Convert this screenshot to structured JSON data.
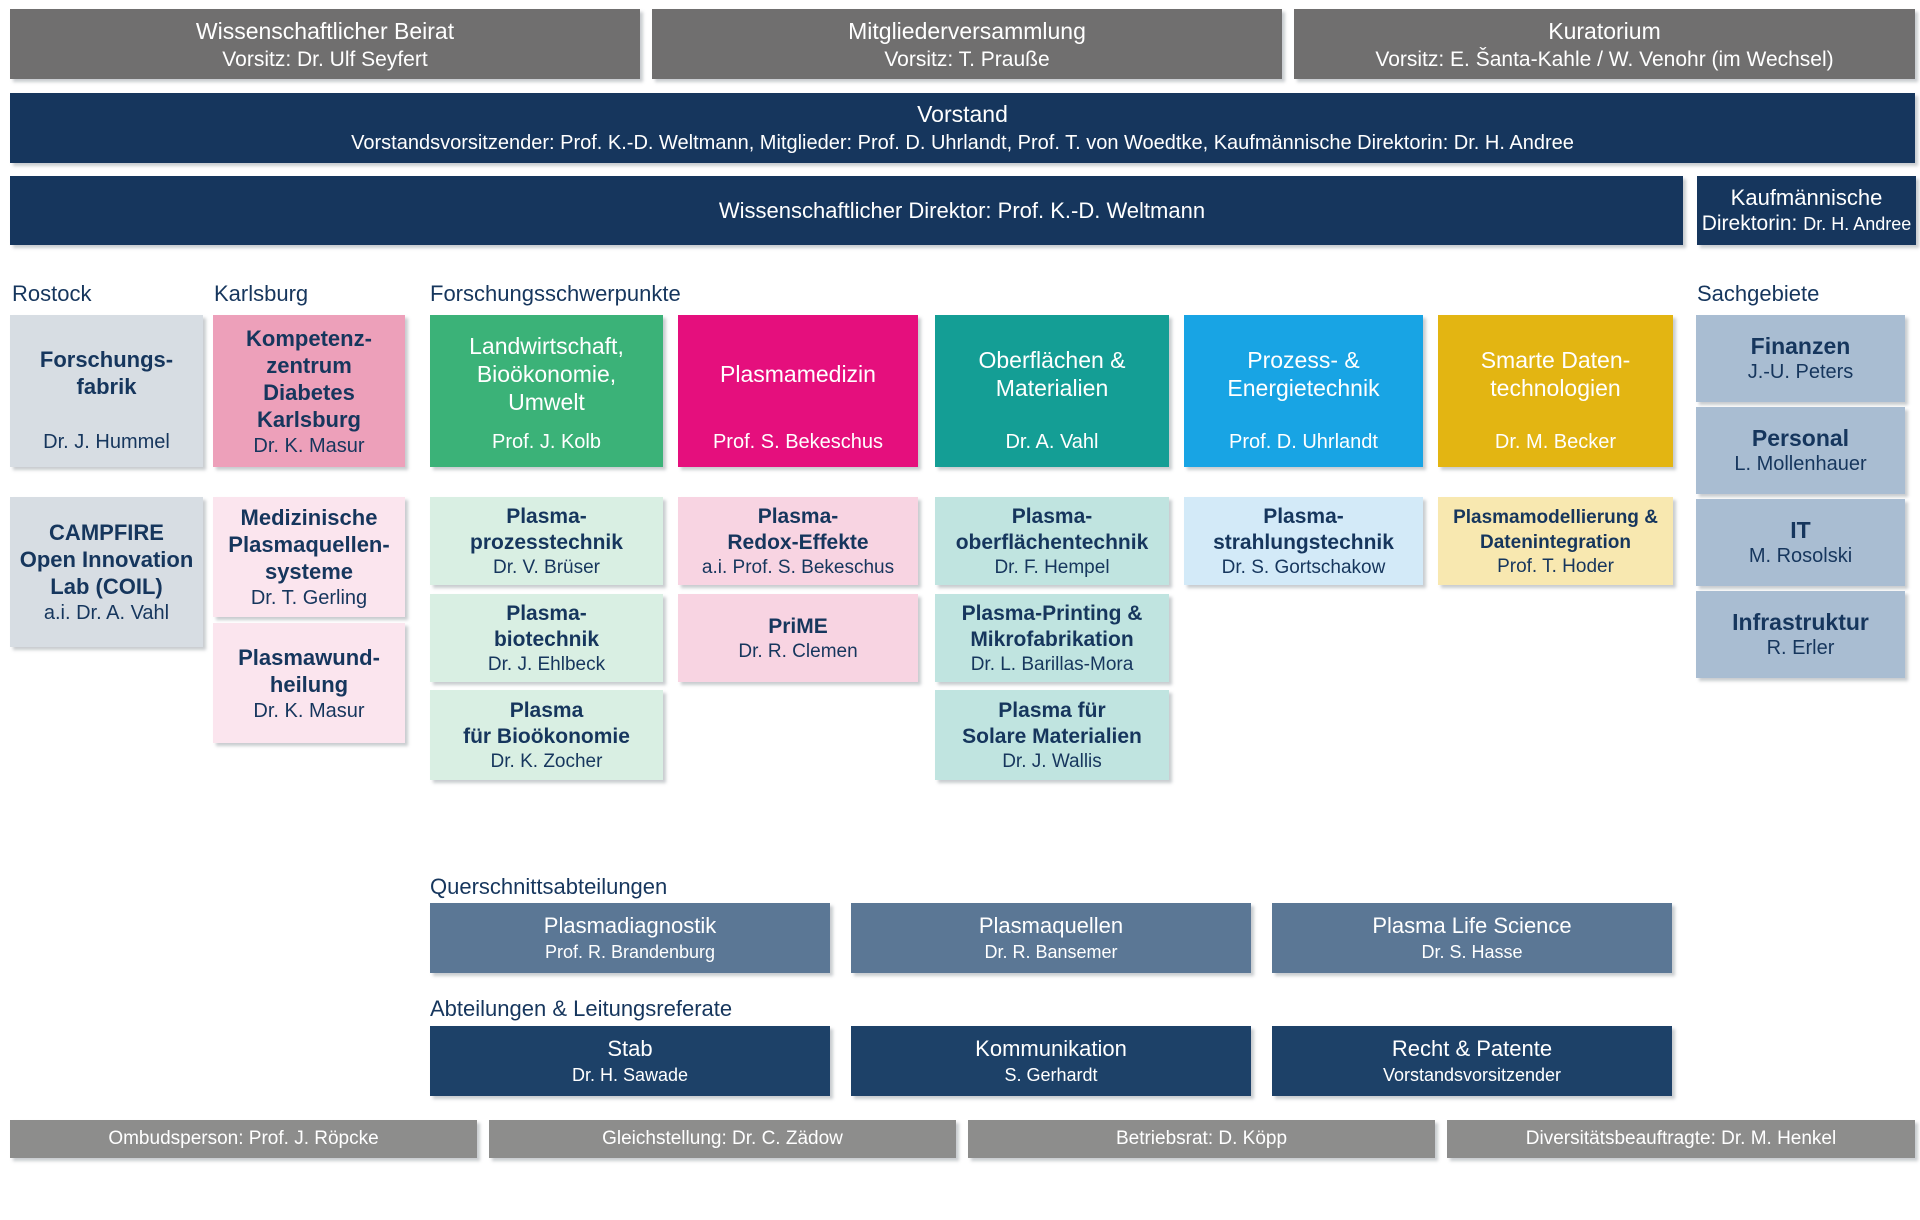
{
  "governance": {
    "beirat": {
      "title": "Wissenschaftlicher Beirat",
      "subtitle": "Vorsitz: Dr. Ulf Seyfert"
    },
    "versammlung": {
      "title": "Mitgliederversammlung",
      "subtitle": "Vorsitz: T. Prauße"
    },
    "kuratorium": {
      "title": "Kuratorium",
      "subtitle": "Vorsitz: E. Šanta-Kahle / W. Venohr (im Wechsel)"
    },
    "vorstand": {
      "title": "Vorstand",
      "subtitle": "Vorstandsvorsitzender: Prof. K.-D. Weltmann, Mitglieder: Prof. D. Uhrlandt, Prof. T. von Woedtke, Kaufmännische Direktorin: Dr. H. Andree"
    },
    "direktor": {
      "title": "Wissenschaftlicher Direktor: Prof. K.-D. Weltmann"
    },
    "kaufm": {
      "line1": "Kaufmännische",
      "label": "Direktorin:",
      "name": "Dr. H. Andree"
    }
  },
  "sections": {
    "rostock": "Rostock",
    "karlsburg": "Karlsburg",
    "forschung": "Forschungsschwerpunkte",
    "sachgebiete": "Sachgebiete",
    "querschnitt": "Querschnittsabteilungen",
    "abteilungen": "Abteilungen & Leitungsreferate"
  },
  "rostock": {
    "boxes": [
      {
        "title": "Forschungs-\nfabrik",
        "name": "Dr. J. Hummel"
      },
      {
        "title": "CAMPFIRE\nOpen Innovation\nLab (COIL)",
        "name": "a.i. Dr. A. Vahl"
      }
    ]
  },
  "karlsburg": {
    "boxes": [
      {
        "title": "Kompetenz-\nzentrum\nDiabetes\nKarlsburg",
        "name": "Dr. K. Masur"
      },
      {
        "title": "Medizinische\nPlasmaquellen-\nsysteme",
        "name": "Dr. T. Gerling"
      },
      {
        "title": "Plasmawund-\nheilung",
        "name": "Dr. K. Masur"
      }
    ]
  },
  "research": {
    "columns": [
      {
        "head": {
          "title": "Landwirtschaft,\nBioökonomie,\nUmwelt",
          "name": "Prof. J. Kolb"
        },
        "subs": [
          {
            "title": "Plasma-\nprozesstechnik",
            "name": "Dr. V. Brüser"
          },
          {
            "title": "Plasma-\nbiotechnik",
            "name": "Dr. J. Ehlbeck"
          },
          {
            "title": "Plasma\nfür Bioökonomie",
            "name": "Dr. K. Zocher"
          }
        ]
      },
      {
        "head": {
          "title": "Plasmamedizin",
          "name": "Prof. S. Bekeschus"
        },
        "subs": [
          {
            "title": "Plasma-\nRedox-Effekte",
            "name": "a.i. Prof. S. Bekeschus"
          },
          {
            "title": "PriME",
            "name": "Dr. R. Clemen"
          }
        ]
      },
      {
        "head": {
          "title": "Oberflächen &\nMaterialien",
          "name": "Dr. A. Vahl"
        },
        "subs": [
          {
            "title": "Plasma-\noberflächentechnik",
            "name": "Dr. F. Hempel"
          },
          {
            "title": "Plasma-Printing &\nMikrofabrikation",
            "name": "Dr. L. Barillas-Mora"
          },
          {
            "title": "Plasma für\nSolare Materialien",
            "name": "Dr. J. Wallis"
          }
        ]
      },
      {
        "head": {
          "title": "Prozess- &\nEnergietechnik",
          "name": "Prof. D. Uhrlandt"
        },
        "subs": [
          {
            "title": "Plasma-\nstrahlungstechnik",
            "name": "Dr. S. Gortschakow"
          }
        ]
      },
      {
        "head": {
          "title": "Smarte Daten-\ntechnologien",
          "name": "Dr. M. Becker"
        },
        "subs": [
          {
            "title": "Plasmamodellierung &\nDatenintegration",
            "name": "Prof. T. Hoder"
          }
        ]
      }
    ]
  },
  "sachgebiete": {
    "boxes": [
      {
        "title": "Finanzen",
        "name": "J.-U. Peters"
      },
      {
        "title": "Personal",
        "name": "L. Mollenhauer"
      },
      {
        "title": "IT",
        "name": "M. Rosolski"
      },
      {
        "title": "Infrastruktur",
        "name": "R. Erler"
      }
    ]
  },
  "querschnitt": {
    "boxes": [
      {
        "title": "Plasmadiagnostik",
        "name": "Prof. R. Brandenburg"
      },
      {
        "title": "Plasmaquellen",
        "name": "Dr. R. Bansemer"
      },
      {
        "title": "Plasma Life Science",
        "name": "Dr. S. Hasse"
      }
    ]
  },
  "abteilungen": {
    "boxes": [
      {
        "title": "Stab",
        "name": "Dr. H. Sawade"
      },
      {
        "title": "Kommunikation",
        "name": "S. Gerhardt"
      },
      {
        "title": "Recht & Patente",
        "name": "Vorstandsvorsitzender"
      }
    ]
  },
  "footer": {
    "items": [
      "Ombudsperson: Prof. J. Röpcke",
      "Gleichstellung: Dr. C. Zädow",
      "Betriebsrat: D. Köpp",
      "Diversitätsbeauftragte: Dr. M. Henkel"
    ]
  },
  "colors": {
    "navy": "#16365d",
    "navy_light": "#1d4168",
    "gray": "#706f6f",
    "footer_gray": "#8d8d8c",
    "steel": "#d7dde3",
    "sach_blue": "#a9bdd2",
    "pink": "#eda0ba",
    "pink_light": "#fbe5ee",
    "green": "#3bb278",
    "mint": "#d9efe3",
    "magenta": "#e50f7d",
    "rose": "#f8d4e2",
    "teal": "#149e95",
    "teal_light": "#c0e4e0",
    "blue": "#18a4e4",
    "blue_light": "#d3eaf8",
    "gold": "#e3b512",
    "gold_light": "#f8e8b0",
    "slate": "#5b7795"
  }
}
